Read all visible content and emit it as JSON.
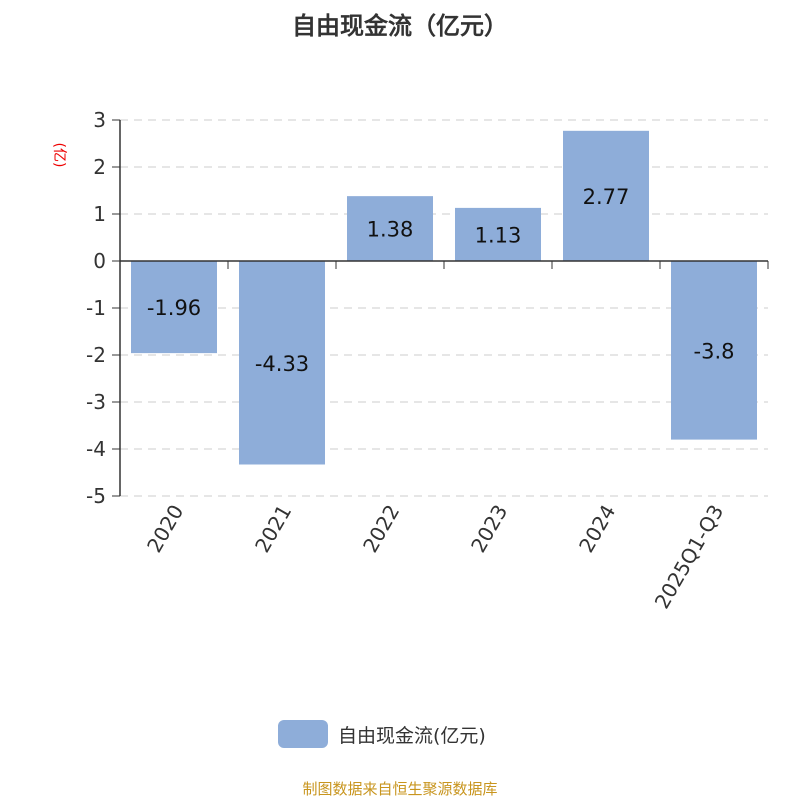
{
  "title": "自由现金流（亿元）",
  "source": "制图数据来自恒生聚源数据库",
  "chart_data": {
    "type": "bar",
    "title": "自由现金流（亿元）",
    "ylabel": "(亿)",
    "xlabel": "",
    "categories": [
      "2020",
      "2021",
      "2022",
      "2023",
      "2024",
      "2025Q1-Q3"
    ],
    "series": [
      {
        "name": "自由现金流(亿元)",
        "values": [
          -1.96,
          -4.33,
          1.38,
          1.13,
          2.77,
          -3.8
        ],
        "color": "#8eadd9"
      }
    ],
    "data_labels": [
      "-1.96",
      "-4.33",
      "1.38",
      "1.13",
      "2.77",
      "-3.8"
    ],
    "ylim": [
      -5,
      3
    ],
    "yticks": [
      "3",
      "2",
      "1",
      "0",
      "-1",
      "-2",
      "-3",
      "-4",
      "-5"
    ],
    "grid": true,
    "legend": "bottom"
  }
}
